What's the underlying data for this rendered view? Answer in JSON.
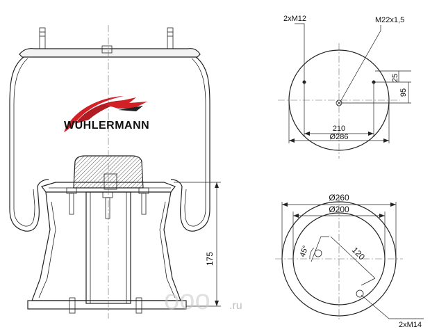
{
  "brand": {
    "name": "WUHLERMANN"
  },
  "side_view": {
    "height_label": "175"
  },
  "top_view": {
    "bolt_label": "2xM12",
    "center_thread_label": "M22x1,5",
    "offset_small_label": "25",
    "offset_large_label": "95",
    "spacing_label": "210",
    "diameter_label": "Ø286"
  },
  "bottom_view": {
    "outer_diameter_label": "Ø260",
    "inner_diameter_label": "Ø200",
    "angle_label": "45°",
    "spacing_label": "120",
    "bolt_label": "2xM14"
  },
  "watermark": {
    "text": "ooo",
    "domain": ".ru"
  }
}
